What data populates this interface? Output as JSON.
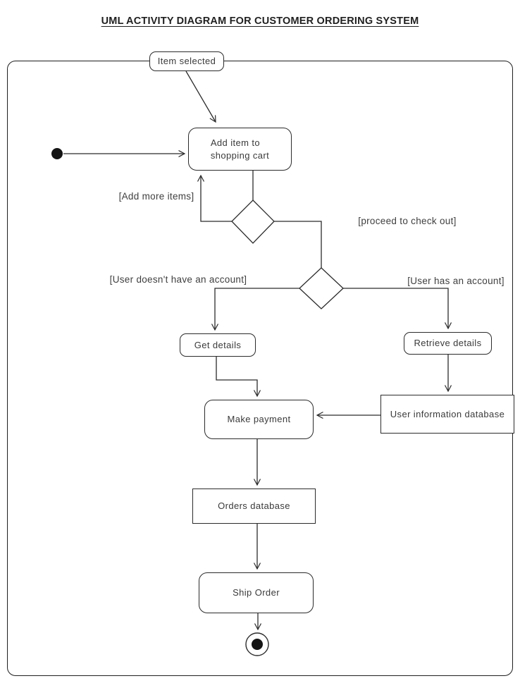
{
  "title": "UML ACTIVITY DIAGRAM FOR CUSTOMER ORDERING SYSTEM",
  "colors": {
    "line": "#2b2b2b",
    "text": "#3a3a3a",
    "background": "#ffffff"
  },
  "diagram": {
    "nodes": {
      "item_selected": {
        "type": "action",
        "label": "Item selected"
      },
      "initial": {
        "type": "initial-node"
      },
      "add_item": {
        "type": "action",
        "label": "Add item to\nshopping cart"
      },
      "decision_add_more": {
        "type": "decision"
      },
      "decision_account": {
        "type": "decision"
      },
      "get_details": {
        "type": "action",
        "label": "Get details"
      },
      "retrieve_details": {
        "type": "action",
        "label": "Retrieve details"
      },
      "make_payment": {
        "type": "action",
        "label": "Make payment"
      },
      "user_info_db": {
        "type": "datastore",
        "label": "User information database"
      },
      "orders_db": {
        "type": "datastore",
        "label": "Orders database"
      },
      "ship_order": {
        "type": "action",
        "label": "Ship Order"
      },
      "final": {
        "type": "final-node"
      }
    },
    "guards": {
      "add_more": "[Add more items]",
      "proceed_checkout": "[proceed to check out]",
      "no_account": "[User doesn't have an account]",
      "has_account": "[User has an account]"
    },
    "edges": [
      {
        "from": "item_selected",
        "to": "add_item"
      },
      {
        "from": "initial",
        "to": "add_item"
      },
      {
        "from": "add_item",
        "to": "decision_add_more"
      },
      {
        "from": "decision_add_more",
        "to": "add_item",
        "guard": "[Add more items]"
      },
      {
        "from": "decision_add_more",
        "to": "decision_account",
        "guard": "[proceed to check out]"
      },
      {
        "from": "decision_account",
        "to": "get_details",
        "guard": "[User doesn't have an account]"
      },
      {
        "from": "decision_account",
        "to": "retrieve_details",
        "guard": "[User has an account]"
      },
      {
        "from": "get_details",
        "to": "make_payment"
      },
      {
        "from": "retrieve_details",
        "to": "user_info_db"
      },
      {
        "from": "user_info_db",
        "to": "make_payment"
      },
      {
        "from": "make_payment",
        "to": "orders_db"
      },
      {
        "from": "orders_db",
        "to": "ship_order"
      },
      {
        "from": "ship_order",
        "to": "final"
      }
    ]
  }
}
